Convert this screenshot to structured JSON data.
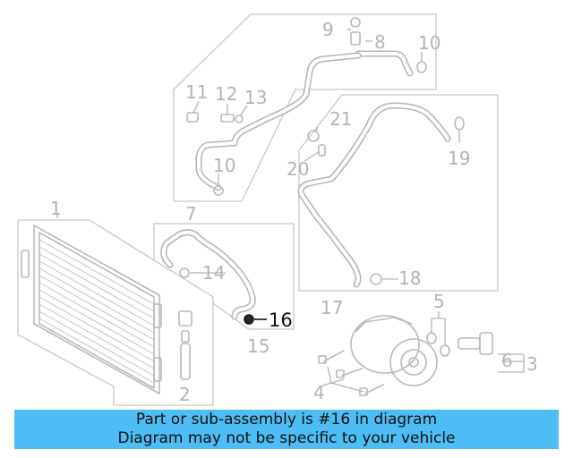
{
  "diagram": {
    "highlighted_part": "16",
    "callouts": [
      "1",
      "2",
      "3",
      "4",
      "5",
      "6",
      "7",
      "8",
      "9",
      "10",
      "10",
      "11",
      "12",
      "13",
      "14",
      "15",
      "16",
      "17",
      "18",
      "19",
      "20",
      "21"
    ]
  },
  "banner": {
    "line1": "Part or sub-assembly is #16 in diagram",
    "line2": "Diagram may not be specific to your vehicle",
    "color": "#4fbdf5"
  }
}
